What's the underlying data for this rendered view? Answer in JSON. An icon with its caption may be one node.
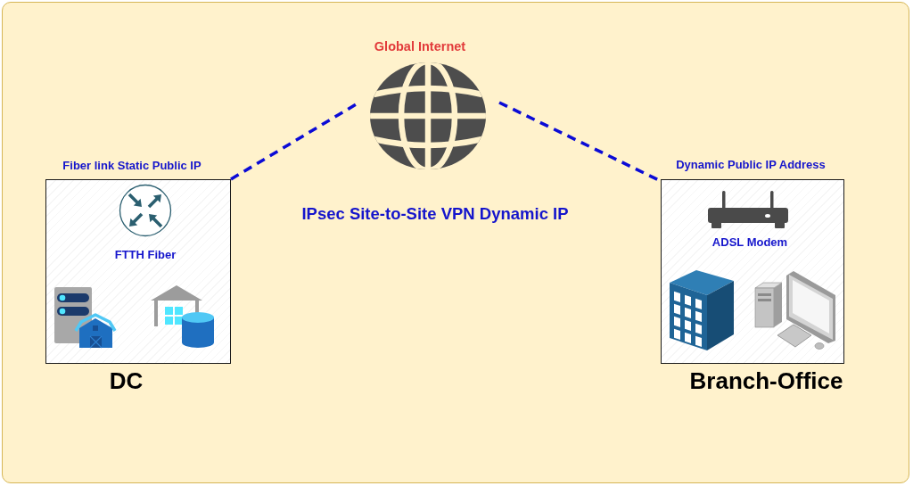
{
  "diagram": {
    "nodes": [
      {
        "text": [
          "Global Internet"
        ]
      },
      {
        "text": [
          "DC"
        ],
        "beside": [
          "Fiber link Static Public IP"
        ]
      },
      {
        "text": [
          "FTTH Fiber"
        ],
        "in": 1
      },
      {
        "text": [
          "Branch-Office"
        ],
        "beside": [
          "Dynamic Public IP Address"
        ]
      },
      {
        "text": [
          "ADSL Modem"
        ],
        "in": 3
      }
    ],
    "edges": [
      {
        "from": 1,
        "to": 0,
        "arrow": "none",
        "style": "dashed"
      },
      {
        "from": 0,
        "to": 3,
        "arrow": "none",
        "style": "dashed"
      }
    ],
    "labels": [
      "IPsec Site-to-Site VPN Dynamic IP"
    ]
  }
}
